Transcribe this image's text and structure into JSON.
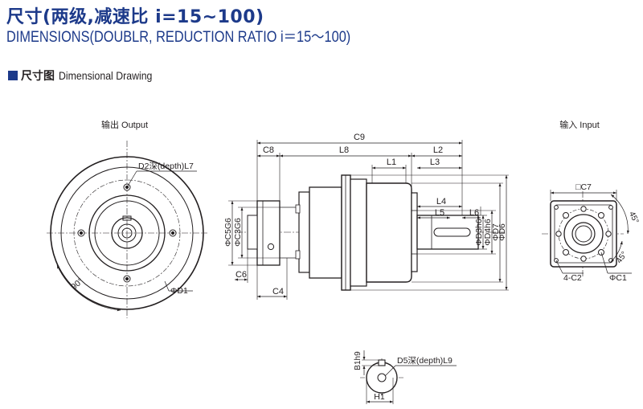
{
  "header": {
    "title_cn": "尺寸(两级,减速比 i=15~100)",
    "title_en": "DIMENSIONS(DOUBLR, REDUCTION RATIO i＝15～100)"
  },
  "section": {
    "title_cn": "尺寸图",
    "title_en": "Dimensional Drawing"
  },
  "views": {
    "output": {
      "caption": "输出 Output"
    },
    "input": {
      "caption": "输入 Input"
    }
  },
  "labels": {
    "d2_depth_l7": "D2深(depth)L7",
    "d1": "ΦD1",
    "angle_90": "90°",
    "c9": "C9",
    "c8": "C8",
    "l8": "L8",
    "l2": "L2",
    "l1": "L1",
    "l3": "L3",
    "l4": "L4",
    "l5": "L5",
    "l6": "L6",
    "c5g6": "ΦC5G6",
    "c3g6": "ΦC3G6",
    "d3h6": "ΦD3h6",
    "d4h6": "ΦD4h6",
    "d7": "ΦD7",
    "d6": "ΦD6",
    "c6": "C6",
    "c4": "C4",
    "c7": "□C7",
    "angle_45a": "45°",
    "angle_45b": "45°",
    "c1": "ΦC1",
    "c2": "4-C2",
    "b1h9": "B1h9",
    "d5_depth_l9": "D5深(depth)L9",
    "h1": "H1"
  }
}
